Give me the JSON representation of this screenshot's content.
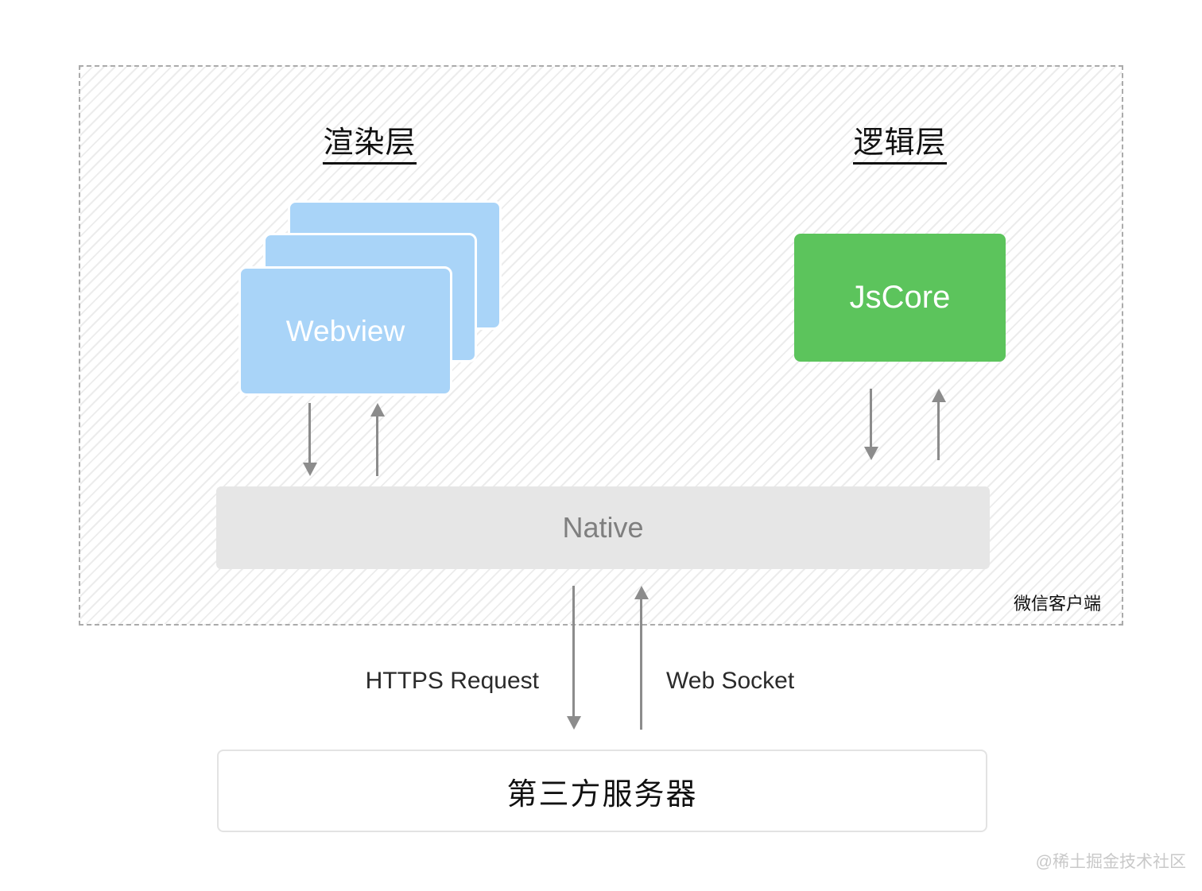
{
  "client": {
    "label": "微信客户端"
  },
  "rendering_layer": {
    "title": "渲染层",
    "webview_label": "Webview"
  },
  "logic_layer": {
    "title": "逻辑层",
    "jscore_label": "JsCore"
  },
  "native": {
    "label": "Native"
  },
  "connections": {
    "https_label": "HTTPS Request",
    "websocket_label": "Web Socket"
  },
  "server": {
    "label": "第三方服务器"
  },
  "watermark": "@稀土掘金技术社区",
  "colors": {
    "webview_blue": "#a9d4f8",
    "jscore_green": "#5cc45c",
    "native_gray": "#e6e6e6",
    "native_text_gray": "#7f7f7f",
    "arrow_gray": "#8c8c8c",
    "dashed_border_gray": "#ababab",
    "hatch_gray": "#ececec",
    "server_border_gray": "#e3e3e3",
    "watermark_gray": "#c9c9c9",
    "text_black": "#111111"
  }
}
